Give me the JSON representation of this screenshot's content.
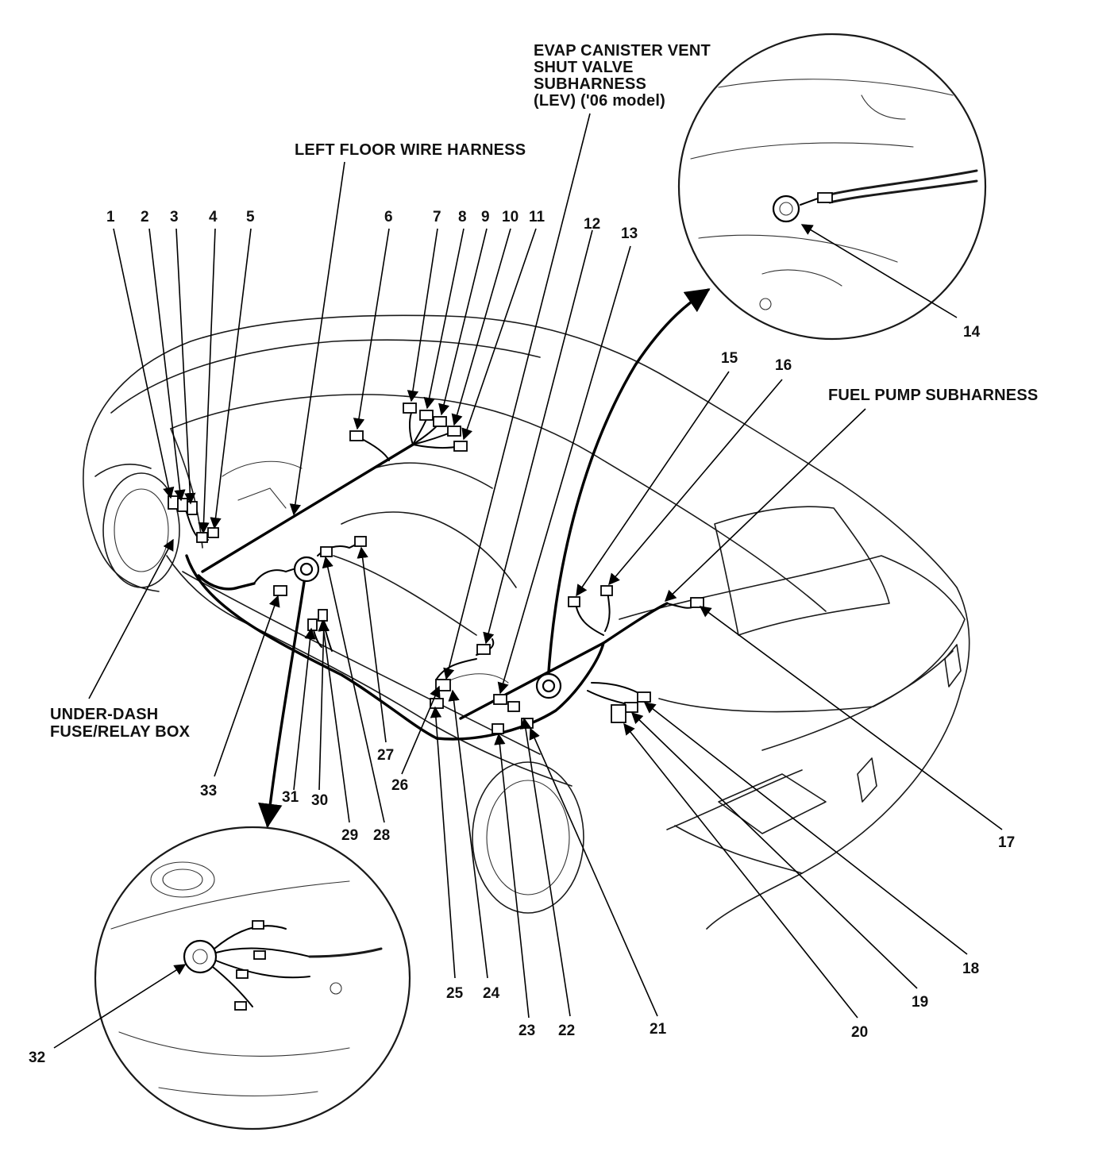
{
  "labels": {
    "evap": [
      "EVAP CANISTER VENT",
      "SHUT VALVE",
      "SUBHARNESS",
      "(LEV) ('06 model)"
    ],
    "left_floor": "LEFT FLOOR WIRE HARNESS",
    "fuel_pump": "FUEL PUMP SUBHARNESS",
    "under_dash": [
      "UNDER-DASH",
      "FUSE/RELAY BOX"
    ]
  },
  "callouts": [
    "1",
    "2",
    "3",
    "4",
    "5",
    "6",
    "7",
    "8",
    "9",
    "10",
    "11",
    "12",
    "13",
    "14",
    "15",
    "16",
    "17",
    "18",
    "19",
    "20",
    "21",
    "22",
    "23",
    "24",
    "25",
    "26",
    "27",
    "28",
    "29",
    "30",
    "31",
    "32",
    "33"
  ],
  "colors": {
    "ink": "#000000",
    "paper": "#ffffff"
  }
}
